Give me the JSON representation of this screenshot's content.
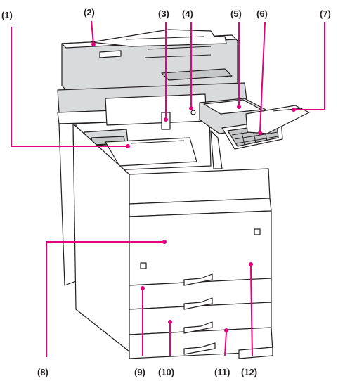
{
  "callouts": [
    {
      "id": "1",
      "text": "(1)"
    },
    {
      "id": "2",
      "text": "(2)"
    },
    {
      "id": "3",
      "text": "(3)"
    },
    {
      "id": "4",
      "text": "(4)"
    },
    {
      "id": "5",
      "text": "(5)"
    },
    {
      "id": "6",
      "text": "(6)"
    },
    {
      "id": "7",
      "text": "(7)"
    },
    {
      "id": "8",
      "text": "(8)"
    },
    {
      "id": "9",
      "text": "(9)"
    },
    {
      "id": "10",
      "text": "(10)"
    },
    {
      "id": "11",
      "text": "(11)"
    },
    {
      "id": "12",
      "text": "(12)"
    }
  ],
  "colors": {
    "leader": "#e5007e",
    "outline": "#231f20",
    "panel_grey": "#d9dadb"
  }
}
